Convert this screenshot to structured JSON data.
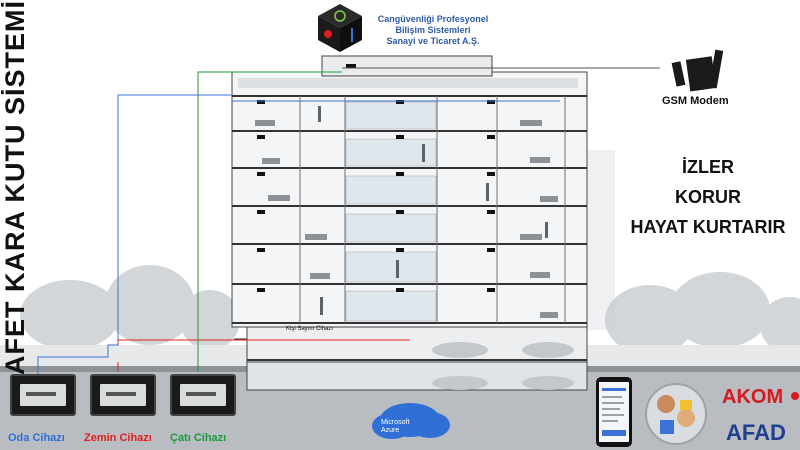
{
  "title": "AFET KARA KUTU SİSTEMİ",
  "company": {
    "line1": "Cangüvenliği Profesyonel",
    "line2": "Bilişim Sistemleri",
    "line3": "Sanayi ve Ticaret A.Ş."
  },
  "slogan": {
    "line1": "İZLER",
    "line2": "KORUR",
    "line3": "HAYAT KURTARIR"
  },
  "gsm_label": "GSM Modem",
  "counter_label": "Kişi Sayım Cihazı",
  "devices": [
    {
      "label": "Oda Cihazı",
      "color": "#2f6fd6"
    },
    {
      "label": "Zemin Cihazı",
      "color": "#e02020"
    },
    {
      "label": "Çatı Cihazı",
      "color": "#1a9a3a"
    }
  ],
  "azure": {
    "line1": "Microsoft",
    "line2": "Azure"
  },
  "logos": {
    "akom": "AKOM",
    "afad": "AFAD"
  },
  "colors": {
    "blue_line": "#3a72d8",
    "red_line": "#e02020",
    "green_line": "#1f9a3a",
    "gray_line": "#555555",
    "ground": "#b9bdc2"
  }
}
